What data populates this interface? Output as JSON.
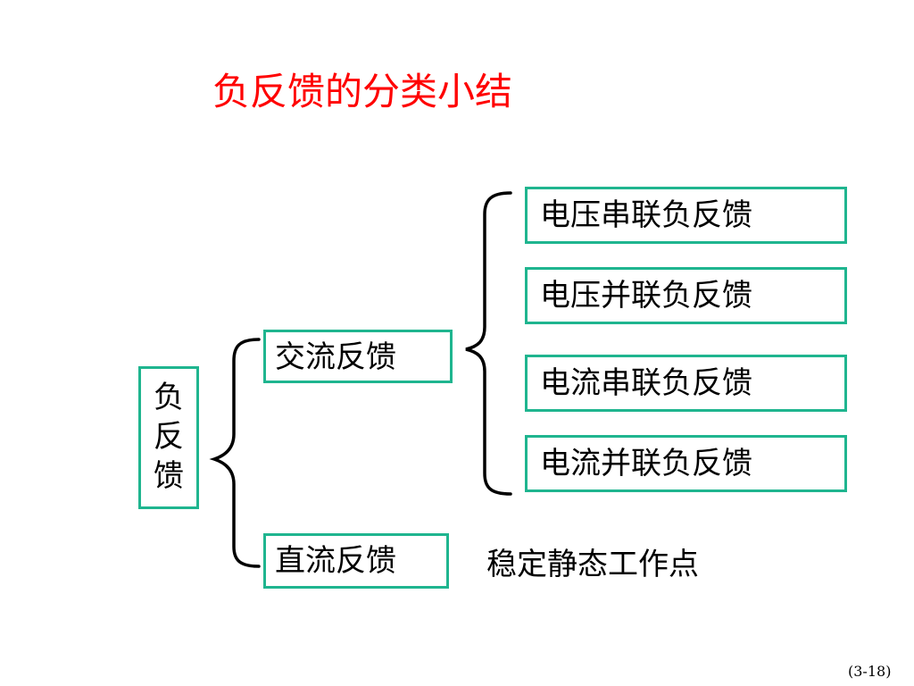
{
  "title": "负反馈的分类小结",
  "root": {
    "chars": [
      "负",
      "反",
      "馈"
    ]
  },
  "branches": {
    "ac": "交流反馈",
    "dc": "直流反馈"
  },
  "ac_types": [
    "电压串联负反馈",
    "电压并联负反馈",
    "电流串联负反馈",
    "电流并联负反馈"
  ],
  "dc_note": "稳定静态工作点",
  "page_number": "(3-18)",
  "colors": {
    "title": "#ff0000",
    "box_border": "#1fb58f",
    "brace": "#000000"
  }
}
